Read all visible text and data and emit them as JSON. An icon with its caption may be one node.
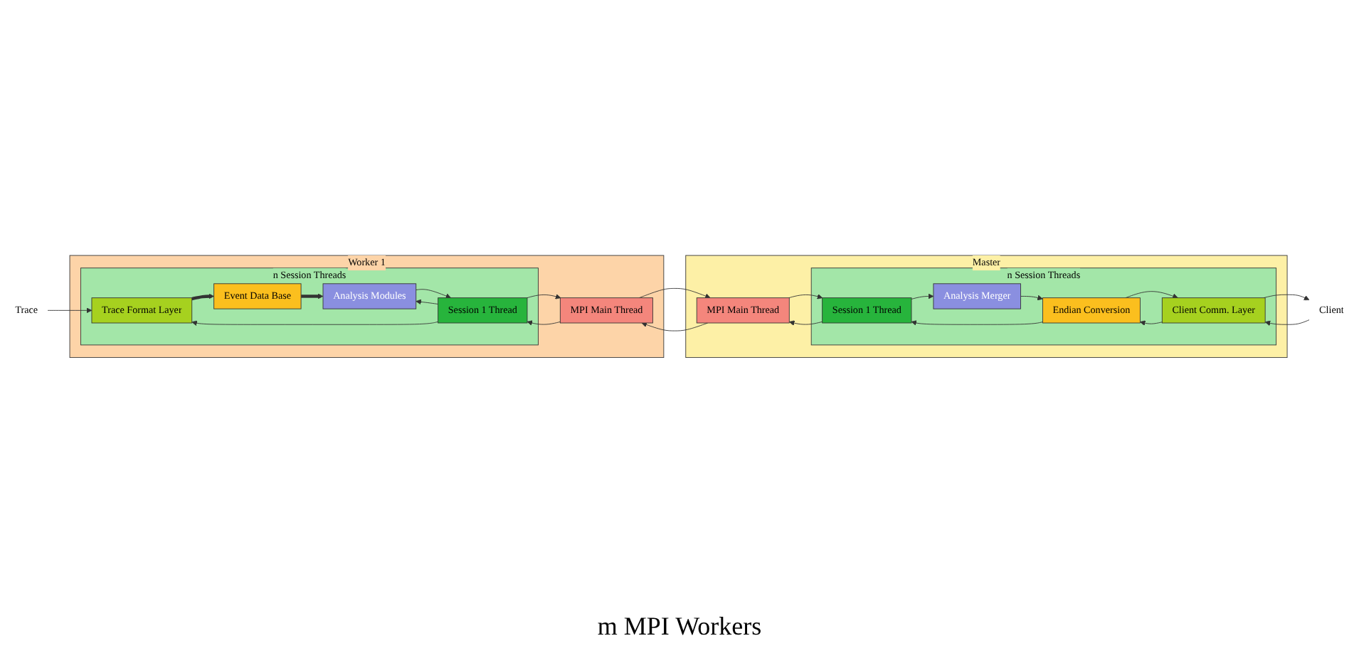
{
  "diagram": {
    "nodes": [
      {
        "text": [
          "Worker 1"
        ]
      },
      {
        "text": [
          "MPI Main Thread"
        ],
        "in": 0
      },
      {
        "text": [
          "n Session Threads"
        ],
        "in": 0
      },
      {
        "text": [
          "Session 1 Thread"
        ],
        "in": 2
      },
      {
        "text": [
          "Analysis Modules"
        ],
        "in": 2
      },
      {
        "text": [
          "Event Data Base"
        ],
        "in": 2
      },
      {
        "text": [
          "Trace Format Layer"
        ],
        "in": 2
      },
      {
        "text": [
          "Master"
        ]
      },
      {
        "text": [
          "MPI Main Thread"
        ],
        "in": 7
      },
      {
        "text": [
          "n Session Threads"
        ],
        "in": 7
      },
      {
        "text": [
          "Session 1 Thread"
        ],
        "in": 9
      },
      {
        "text": [
          "Analysis Merger"
        ],
        "in": 9
      },
      {
        "text": [
          "Endian Conversion"
        ],
        "in": 9
      },
      {
        "text": [
          "Client Comm. Layer"
        ],
        "in": 9
      },
      {
        "text": [
          "Trace"
        ]
      },
      {
        "text": [
          "Client"
        ]
      }
    ],
    "edges": [
      {
        "from": 1,
        "to": 3,
        "arrow": "to"
      },
      {
        "from": 3,
        "to": 1,
        "arrow": "to"
      },
      {
        "from": 3,
        "to": 4,
        "arrow": "to"
      },
      {
        "from": 4,
        "to": 3,
        "arrow": "to"
      },
      {
        "from": 6,
        "to": 5,
        "arrow": "to",
        "style": "thick"
      },
      {
        "from": 5,
        "to": 4,
        "arrow": "to",
        "style": "thick"
      },
      {
        "from": 3,
        "to": 6,
        "arrow": "to"
      },
      {
        "from": 14,
        "to": 6,
        "arrow": "to"
      },
      {
        "from": 8,
        "to": 1,
        "arrow": "to"
      },
      {
        "from": 1,
        "to": 8,
        "arrow": "to"
      },
      {
        "from": 10,
        "to": 8,
        "arrow": "to"
      },
      {
        "from": 8,
        "to": 10,
        "arrow": "to"
      },
      {
        "from": 10,
        "to": 11,
        "arrow": "to"
      },
      {
        "from": 11,
        "to": 12,
        "arrow": "to"
      },
      {
        "from": 12,
        "to": 13,
        "arrow": "to"
      },
      {
        "from": 13,
        "to": 12,
        "arrow": "to"
      },
      {
        "from": 12,
        "to": 10,
        "arrow": "to"
      },
      {
        "from": 15,
        "to": 13,
        "arrow": "to"
      },
      {
        "from": 13,
        "to": 15,
        "arrow": "to"
      }
    ],
    "labels": [
      "m MPI Workers"
    ]
  }
}
